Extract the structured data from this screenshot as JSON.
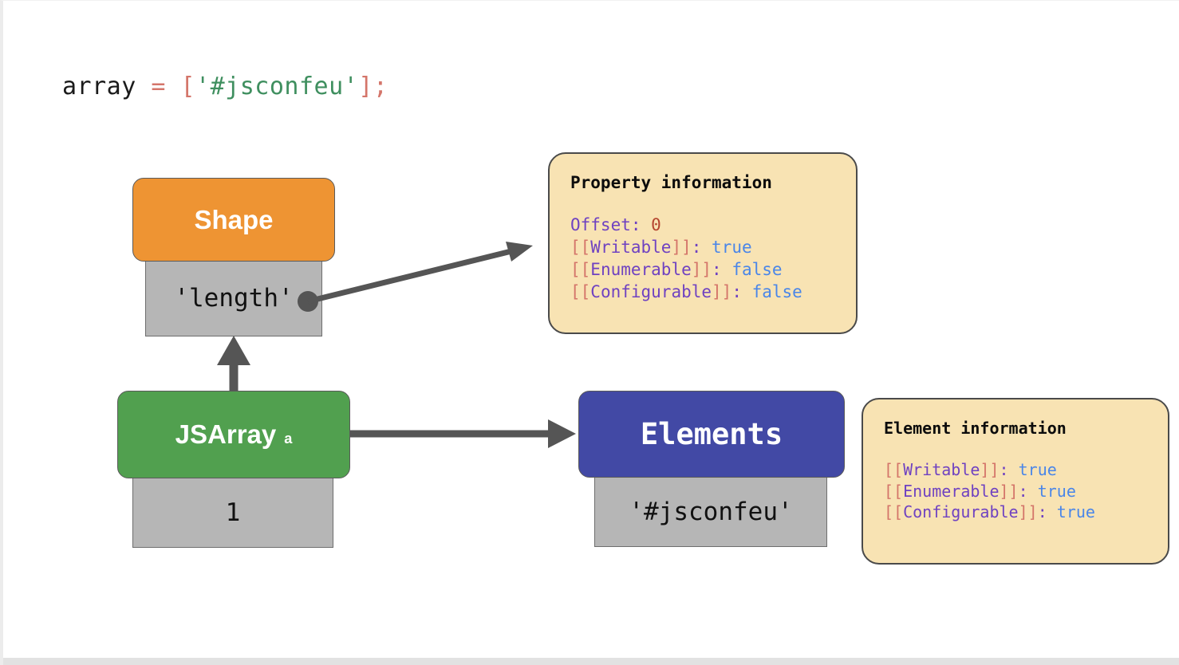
{
  "code": {
    "tokens": [
      {
        "text": "array",
        "kind": "plain"
      },
      {
        "text": " = ",
        "kind": "op"
      },
      {
        "text": "[",
        "kind": "bracket"
      },
      {
        "text": "'#jsconfeu'",
        "kind": "string"
      },
      {
        "text": "]",
        "kind": "bracket"
      },
      {
        "text": ";",
        "kind": "bracket"
      }
    ],
    "full_text": "array = ['#jsconfeu'];"
  },
  "nodes": {
    "shape": {
      "title": "Shape",
      "color": "#ee9433",
      "cell_value": "'length'"
    },
    "jsarray": {
      "title": "JSArray",
      "subscript": "a",
      "color": "#51a04f",
      "cell_value": "1"
    },
    "elements": {
      "title": "Elements",
      "color": "#4249a5",
      "cell_value": "'#jsconfeu'"
    }
  },
  "callouts": {
    "property_information": {
      "title": "Property information",
      "rows": [
        {
          "name": "Offset",
          "bracketed": false,
          "value": "0",
          "value_kind": "num"
        },
        {
          "name": "Writable",
          "bracketed": true,
          "value": "true",
          "value_kind": "bool"
        },
        {
          "name": "Enumerable",
          "bracketed": true,
          "value": "false",
          "value_kind": "bool"
        },
        {
          "name": "Configurable",
          "bracketed": true,
          "value": "false",
          "value_kind": "bool"
        }
      ]
    },
    "element_information": {
      "title": "Element information",
      "rows": [
        {
          "name": "Writable",
          "bracketed": true,
          "value": "true",
          "value_kind": "bool"
        },
        {
          "name": "Enumerable",
          "bracketed": true,
          "value": "true",
          "value_kind": "bool"
        },
        {
          "name": "Configurable",
          "bracketed": true,
          "value": "true",
          "value_kind": "bool"
        }
      ]
    }
  },
  "connectors": [
    {
      "id": "length-to-property-info",
      "from": "shape.cell",
      "to": "property_information",
      "style": "dot-to-arrow"
    },
    {
      "id": "jsarray-to-shape",
      "from": "jsarray.head",
      "to": "shape.cell",
      "style": "arrow-up"
    },
    {
      "id": "jsarray-to-elements",
      "from": "jsarray.head",
      "to": "elements.head",
      "style": "arrow-right"
    }
  ],
  "colors": {
    "orange": "#ee9433",
    "green": "#51a04f",
    "blue": "#4249a5",
    "gray_cell": "#b6b6b6",
    "callout_bg": "#f8e3b3",
    "wire": "#555555",
    "keyword_purple": "#6f42c1",
    "bracket_red": "#d4756a",
    "value_blue": "#4a86e8",
    "number_red": "#b5452f",
    "string_green": "#3f8f5f"
  }
}
